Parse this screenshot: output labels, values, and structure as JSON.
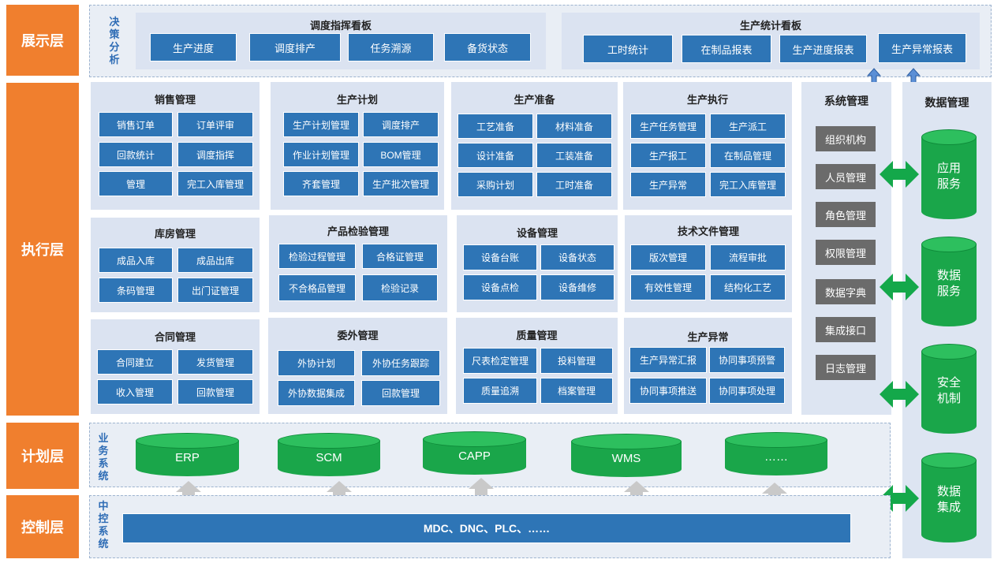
{
  "layers": {
    "display": "展示层",
    "execution": "执行层",
    "planning": "计划层",
    "control": "控制层"
  },
  "vertical_labels": {
    "decision": "决策分析",
    "business": "业务系统",
    "central": "中控系统"
  },
  "dispatch_board": {
    "title": "调度指挥看板",
    "items": [
      "生产进度",
      "调度排产",
      "任务溯源",
      "备货状态"
    ]
  },
  "stats_board": {
    "title": "生产统计看板",
    "items": [
      "工时统计",
      "在制品报表",
      "生产进度报表",
      "生产异常报表"
    ]
  },
  "modules": [
    {
      "title": "销售管理",
      "items": [
        "销售订单",
        "订单评审",
        "回款统计",
        "调度指挥",
        "管理",
        "完工入库管理"
      ]
    },
    {
      "title": "生产计划",
      "items": [
        "生产计划管理",
        "调度排产",
        "作业计划管理",
        "BOM管理",
        "齐套管理",
        "生产批次管理"
      ]
    },
    {
      "title": "生产准备",
      "items": [
        "工艺准备",
        "材料准备",
        "设计准备",
        "工装准备",
        "采购计划",
        "工时准备"
      ]
    },
    {
      "title": "生产执行",
      "items": [
        "生产任务管理",
        "生产派工",
        "生产报工",
        "在制品管理",
        "生产异常",
        "完工入库管理"
      ]
    },
    {
      "title": "库房管理",
      "items": [
        "成品入库",
        "成品出库",
        "条码管理",
        "出门证管理"
      ]
    },
    {
      "title": "产品检验管理",
      "items": [
        "检验过程管理",
        "合格证管理",
        "不合格品管理",
        "检验记录"
      ]
    },
    {
      "title": "设备管理",
      "items": [
        "设备台账",
        "设备状态",
        "设备点检",
        "设备维修"
      ]
    },
    {
      "title": "技术文件管理",
      "items": [
        "版次管理",
        "流程审批",
        "有效性管理",
        "结构化工艺"
      ]
    },
    {
      "title": "合同管理",
      "items": [
        "合同建立",
        "发货管理",
        "收入管理",
        "回款管理"
      ]
    },
    {
      "title": "委外管理",
      "items": [
        "外协计划",
        "外协任务跟踪",
        "外协数据集成",
        "回款管理"
      ]
    },
    {
      "title": "质量管理",
      "items": [
        "尺表检定管理",
        "投料管理",
        "质量追溯",
        "档案管理"
      ]
    },
    {
      "title": "生产异常",
      "items": [
        "生产异常汇报",
        "协同事项预警",
        "协同事项推送",
        "协同事项处理"
      ]
    }
  ],
  "system_management": {
    "title": "系统管理",
    "items": [
      "组织机构",
      "人员管理",
      "角色管理",
      "权限管理",
      "数据字典",
      "集成接口",
      "日志管理"
    ]
  },
  "data_management": {
    "title": "数据管理",
    "items": [
      "应用服务",
      "数据服务",
      "安全机制",
      "数据集成"
    ]
  },
  "business_systems": [
    "ERP",
    "SCM",
    "CAPP",
    "WMS",
    "……"
  ],
  "control_bar": "MDC、DNC、PLC、……",
  "colors": {
    "layer_orange": "#f07f2e",
    "button_blue": "#2e75b6",
    "panel_bg": "#dbe3f1",
    "cylinder_green": "#1aa64a",
    "gray_button": "#6b6b6b",
    "arrow_green": "#14a84a"
  }
}
